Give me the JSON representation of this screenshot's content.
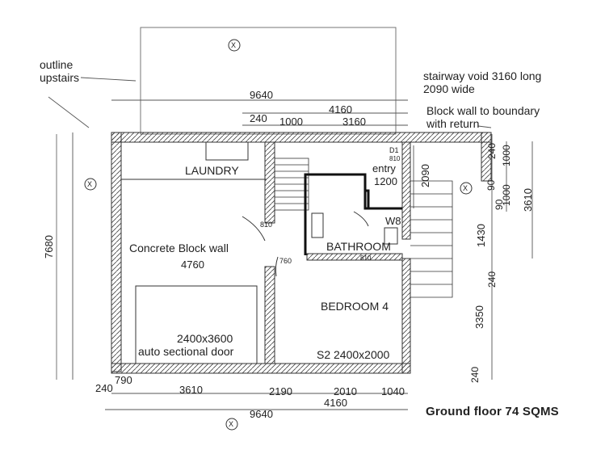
{
  "plan": {
    "title": "Ground floor 74 SQMS",
    "notes": {
      "outline_upstairs_1": "outline",
      "outline_upstairs_2": "upstairs",
      "stair_void_1": "stairway void 3160 long",
      "stair_void_2": "2090 wide",
      "block_wall_1": "Block wall to boundary",
      "block_wall_2": "with return"
    },
    "rooms": {
      "laundry": "LAUNDRY",
      "entry": "entry",
      "entry_dim": "1200",
      "bathroom": "BATHROOM",
      "bedroom": "BEDROOM 4",
      "garage_wall": "Concrete Block wall",
      "garage_dim": "4760",
      "garage_door_1": "2400x3600",
      "garage_door_2": "auto sectional door",
      "window_s2": "S2 2400x2000",
      "w8": "W8",
      "d1": "D1",
      "d1_width": "810",
      "door_810_a": "810",
      "door_810_b": "810",
      "door_760": "760"
    },
    "dims_top": {
      "overall": "9640",
      "d4160": "4160",
      "d240": "240",
      "d1000": "1000",
      "d3160": "3160"
    },
    "dims_bottom": {
      "d240": "240",
      "d790": "790",
      "d3610": "3610",
      "d2190": "2190",
      "d2010": "2010",
      "d1040": "1040",
      "d4160": "4160",
      "overall": "9640"
    },
    "dims_left": {
      "d7680": "7680"
    },
    "dims_right": {
      "d2090": "2090",
      "d240a": "240",
      "d1000a": "1000",
      "d90a": "90",
      "d90b": "90",
      "d1000b": "1000",
      "d3610": "3610",
      "d1430": "1430",
      "d240b": "240",
      "d3350": "3350",
      "d240c": "240"
    },
    "markers": {
      "grid_mark": "X"
    }
  }
}
